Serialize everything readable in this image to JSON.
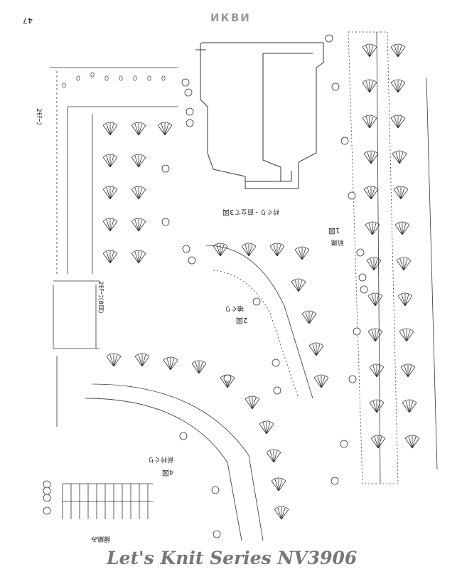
{
  "header": {
    "title": "ИКВИ",
    "page_number": "47"
  },
  "footer": {
    "text": "Let's Knit Series NV3906"
  },
  "figures": {
    "fig1": {
      "label": "1図",
      "caption": "前端"
    },
    "fig2": {
      "label": "2図",
      "caption": "袖ぐり"
    },
    "fig3": {
      "label": "3図",
      "caption": "衿ぐり・前立て"
    },
    "fig4": {
      "label": "4図",
      "caption": "前衿ぐり"
    },
    "fig5": {
      "caption": "縁編み"
    }
  },
  "side_labels": {
    "left_count": "2ﾓﾁｰﾌ",
    "left_mid": "2ﾓﾁｰﾌ(8目)"
  },
  "colors": {
    "ink": "#222222",
    "header": "#9a9a9a",
    "footer": "#777777"
  }
}
